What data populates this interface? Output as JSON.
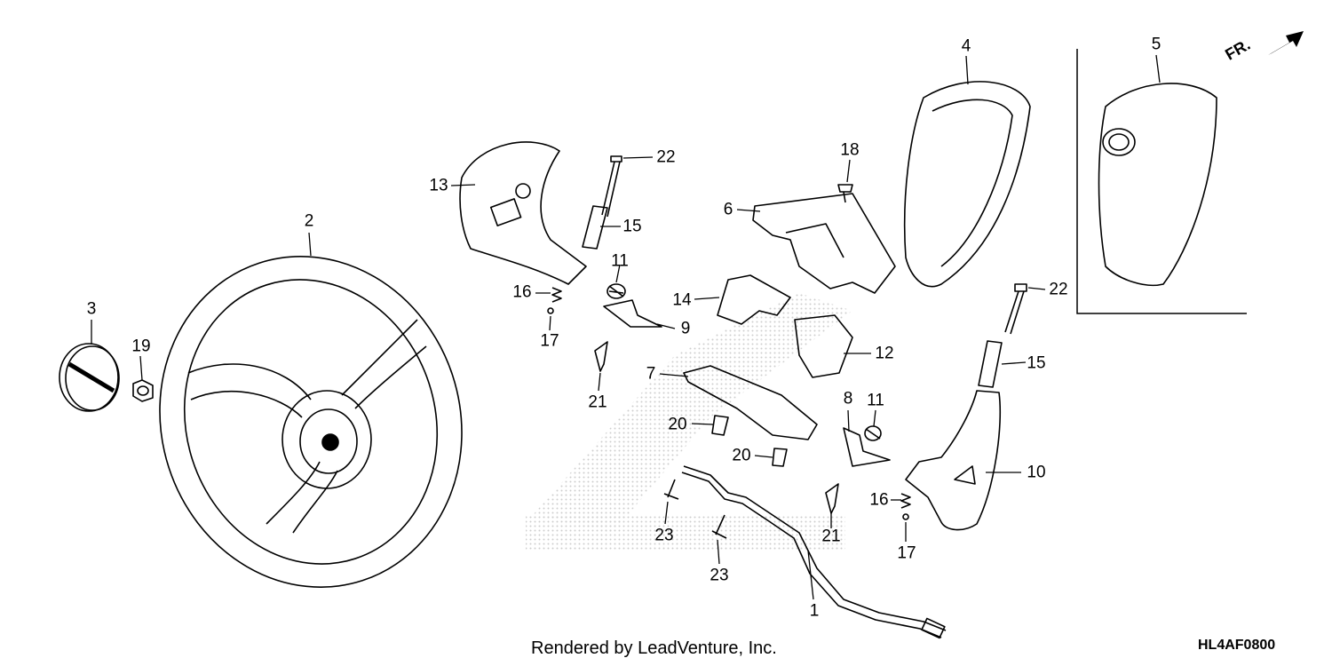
{
  "parts": [
    {
      "id": "1",
      "label": "1"
    },
    {
      "id": "2",
      "label": "2"
    },
    {
      "id": "3",
      "label": "3"
    },
    {
      "id": "4",
      "label": "4"
    },
    {
      "id": "5",
      "label": "5"
    },
    {
      "id": "6",
      "label": "6"
    },
    {
      "id": "7",
      "label": "7"
    },
    {
      "id": "8",
      "label": "8"
    },
    {
      "id": "9",
      "label": "9"
    },
    {
      "id": "10",
      "label": "10"
    },
    {
      "id": "11a",
      "label": "11"
    },
    {
      "id": "11b",
      "label": "11"
    },
    {
      "id": "12",
      "label": "12"
    },
    {
      "id": "13",
      "label": "13"
    },
    {
      "id": "14",
      "label": "14"
    },
    {
      "id": "15a",
      "label": "15"
    },
    {
      "id": "15b",
      "label": "15"
    },
    {
      "id": "16a",
      "label": "16"
    },
    {
      "id": "16b",
      "label": "16"
    },
    {
      "id": "17a",
      "label": "17"
    },
    {
      "id": "17b",
      "label": "17"
    },
    {
      "id": "18",
      "label": "18"
    },
    {
      "id": "19",
      "label": "19"
    },
    {
      "id": "20a",
      "label": "20"
    },
    {
      "id": "20b",
      "label": "20"
    },
    {
      "id": "21a",
      "label": "21"
    },
    {
      "id": "21b",
      "label": "21"
    },
    {
      "id": "22a",
      "label": "22"
    },
    {
      "id": "22b",
      "label": "22"
    },
    {
      "id": "23a",
      "label": "23"
    },
    {
      "id": "23b",
      "label": "23"
    }
  ],
  "direction_label": "FR.",
  "footer": {
    "credit": "Rendered by LeadVenture, Inc.",
    "diagram_code": "HL4AF0800"
  }
}
